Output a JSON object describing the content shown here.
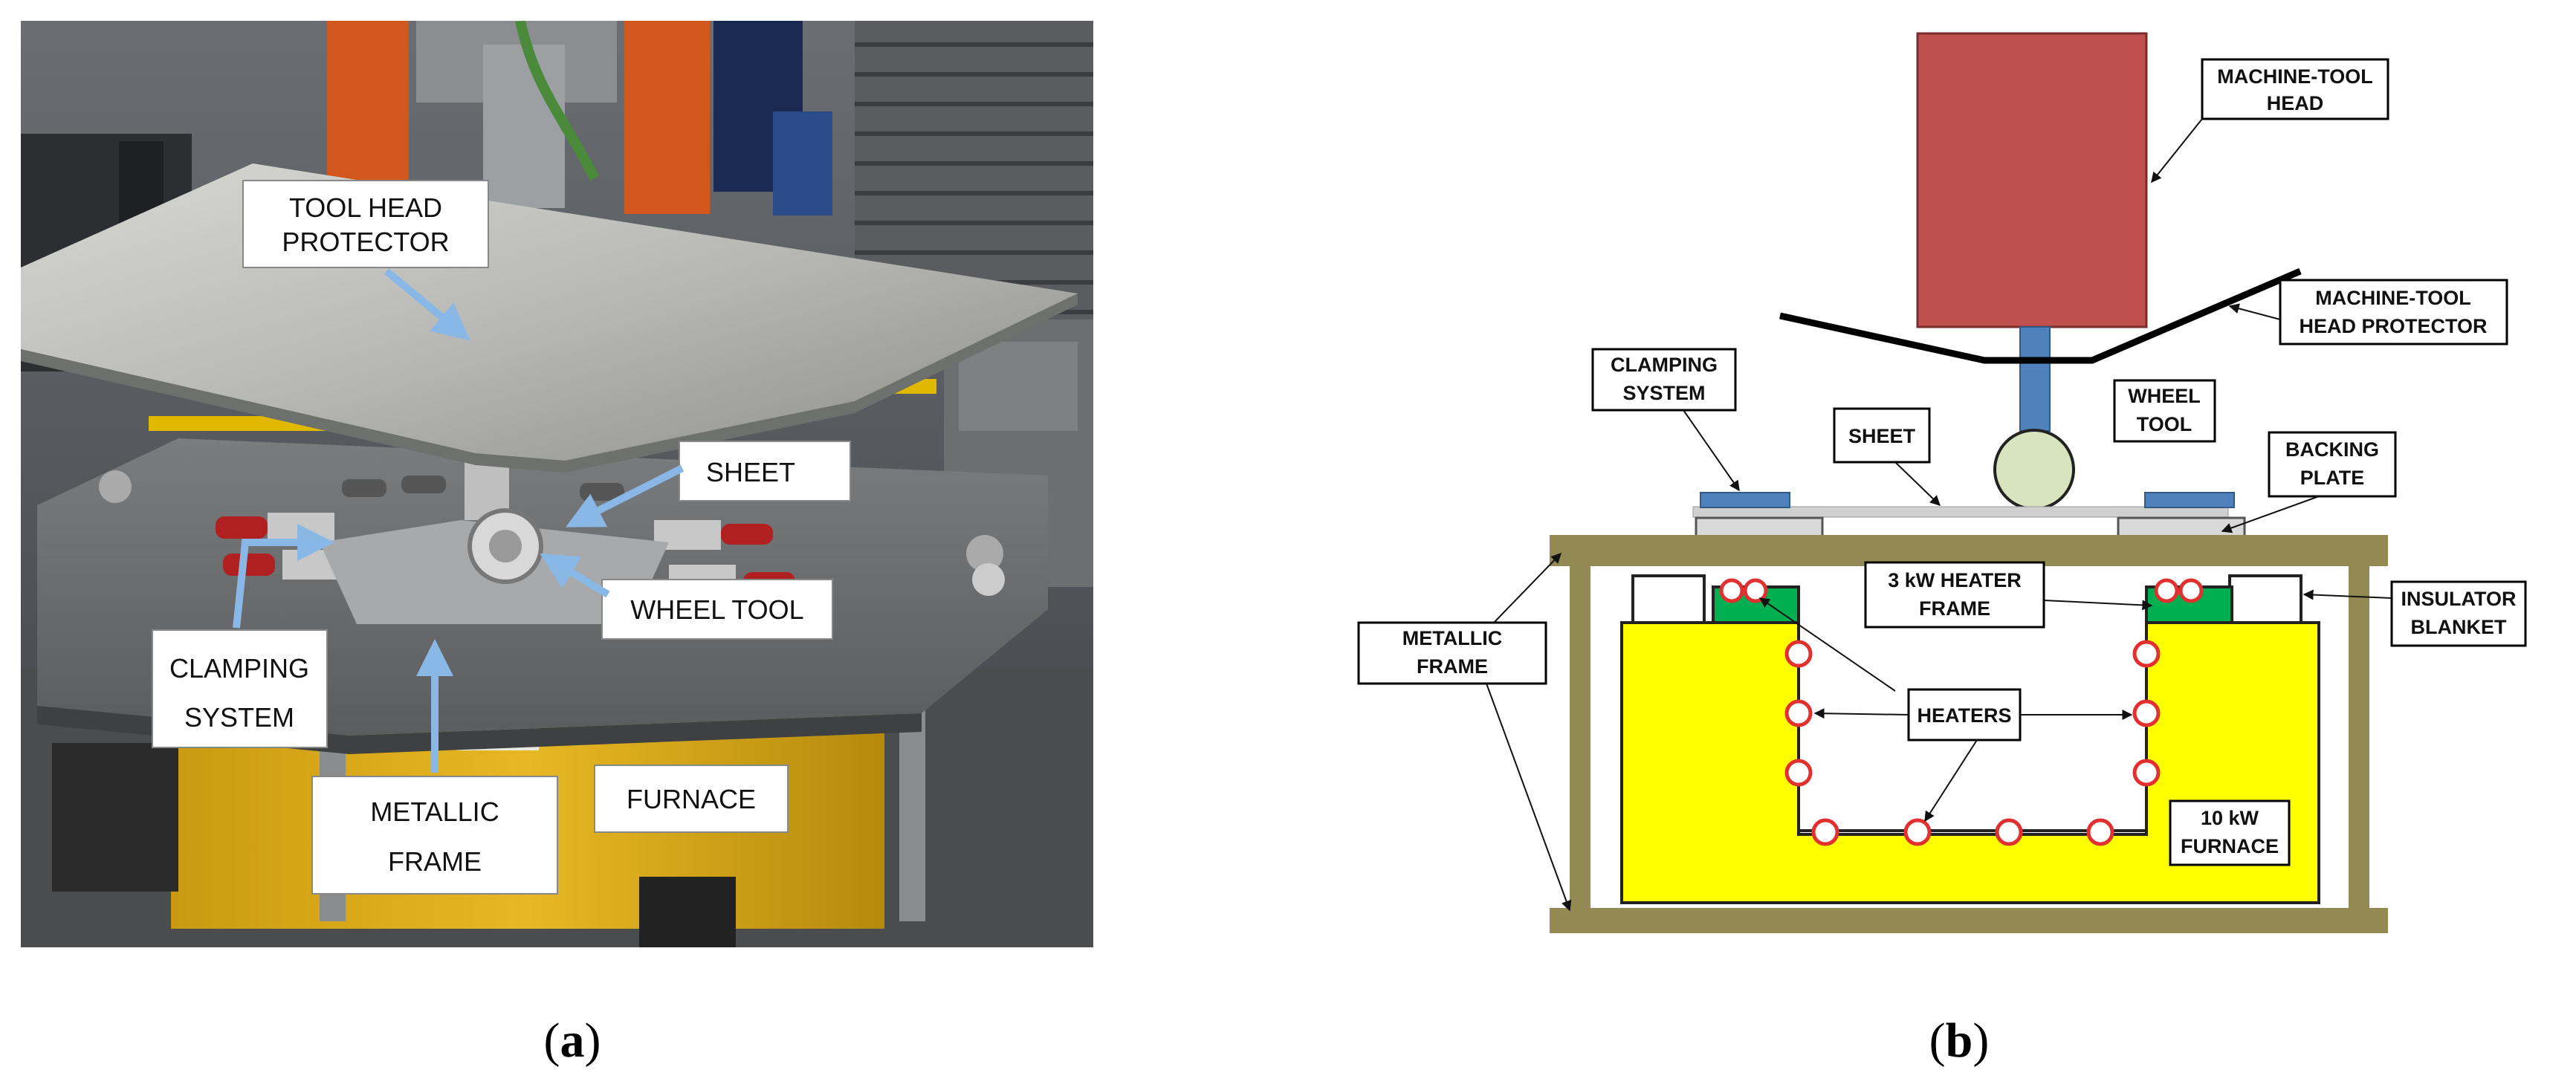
{
  "photo_labels": {
    "tool_head_protector_1": "TOOL HEAD",
    "tool_head_protector_2": "PROTECTOR",
    "sheet": "SHEET",
    "wheel_tool": "WHEEL TOOL",
    "clamping_system_1": "CLAMPING",
    "clamping_system_2": "SYSTEM",
    "metallic_frame_1": "METALLIC",
    "metallic_frame_2": "FRAME",
    "furnace": "FURNACE"
  },
  "diagram_labels": {
    "machine_tool_head_1": "MACHINE-TOOL",
    "machine_tool_head_2": "HEAD",
    "machine_tool_head_protector_1": "MACHINE-TOOL",
    "machine_tool_head_protector_2": "HEAD PROTECTOR",
    "clamping_system_1": "CLAMPING",
    "clamping_system_2": "SYSTEM",
    "wheel_tool_1": "WHEEL",
    "wheel_tool_2": "TOOL",
    "sheet": "SHEET",
    "backing_plate_1": "BACKING",
    "backing_plate_2": "PLATE",
    "heater_frame_1": "3 kW HEATER",
    "heater_frame_2": "FRAME",
    "insulator_blanket_1": "INSULATOR",
    "insulator_blanket_2": "BLANKET",
    "metallic_frame_1": "METALLIC",
    "metallic_frame_2": "FRAME",
    "heaters": "HEATERS",
    "furnace_1": "10 kW",
    "furnace_2": "FURNACE"
  },
  "captions": {
    "a_open": "(",
    "a_letter": "a",
    "a_close": ")",
    "b_open": "(",
    "b_letter": "b",
    "b_close": ")"
  },
  "colors": {
    "tool_head": "#c0504d",
    "spindle": "#4f81bd",
    "wheel": "#d7e4bd",
    "frame": "#938953",
    "furnace": "#ffff00",
    "heater_frame": "#00b050",
    "heater": "#e03030",
    "clamp": "#4f81bd",
    "backing_plate": "#d9d9d9"
  }
}
